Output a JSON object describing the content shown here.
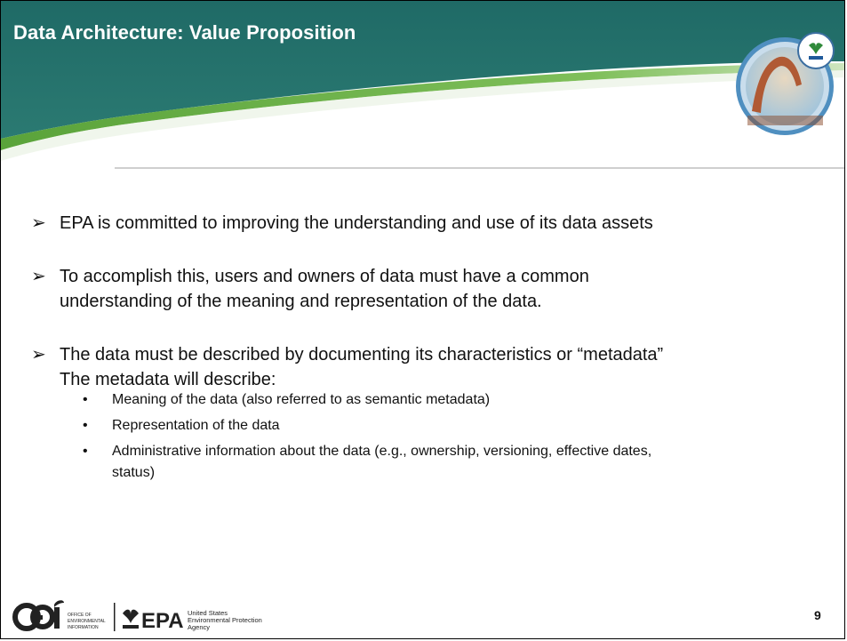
{
  "slide": {
    "title": "Data Architecture: Value Proposition",
    "page_number": "9"
  },
  "bullets": [
    {
      "text": "EPA is committed to improving the understanding and use of its data assets"
    },
    {
      "line1": "To accomplish this, users and owners of data must have a common",
      "line2": "understanding of the meaning and representation of the data."
    },
    {
      "line1": "The data must be described by documenting its characteristics or “metadata”",
      "line2": "The metadata will describe:"
    }
  ],
  "sub_bullets": [
    "Meaning of the data (also referred to as semantic metadata)",
    "Representation of the data",
    {
      "line1": "Administrative information about the data (e.g., ownership, versioning, effective dates,",
      "line2": "status)"
    }
  ],
  "footer": {
    "oei_text": "OFFICE OF ENVIRONMENTAL INFORMATION",
    "epa_text": "EPA",
    "agency_line1": "United States",
    "agency_line2": "Environmental Protection",
    "agency_line3": "Agency"
  },
  "colors": {
    "header_teal": "#1f6e6a",
    "header_green": "#4b9a3a",
    "text": "#111111"
  }
}
